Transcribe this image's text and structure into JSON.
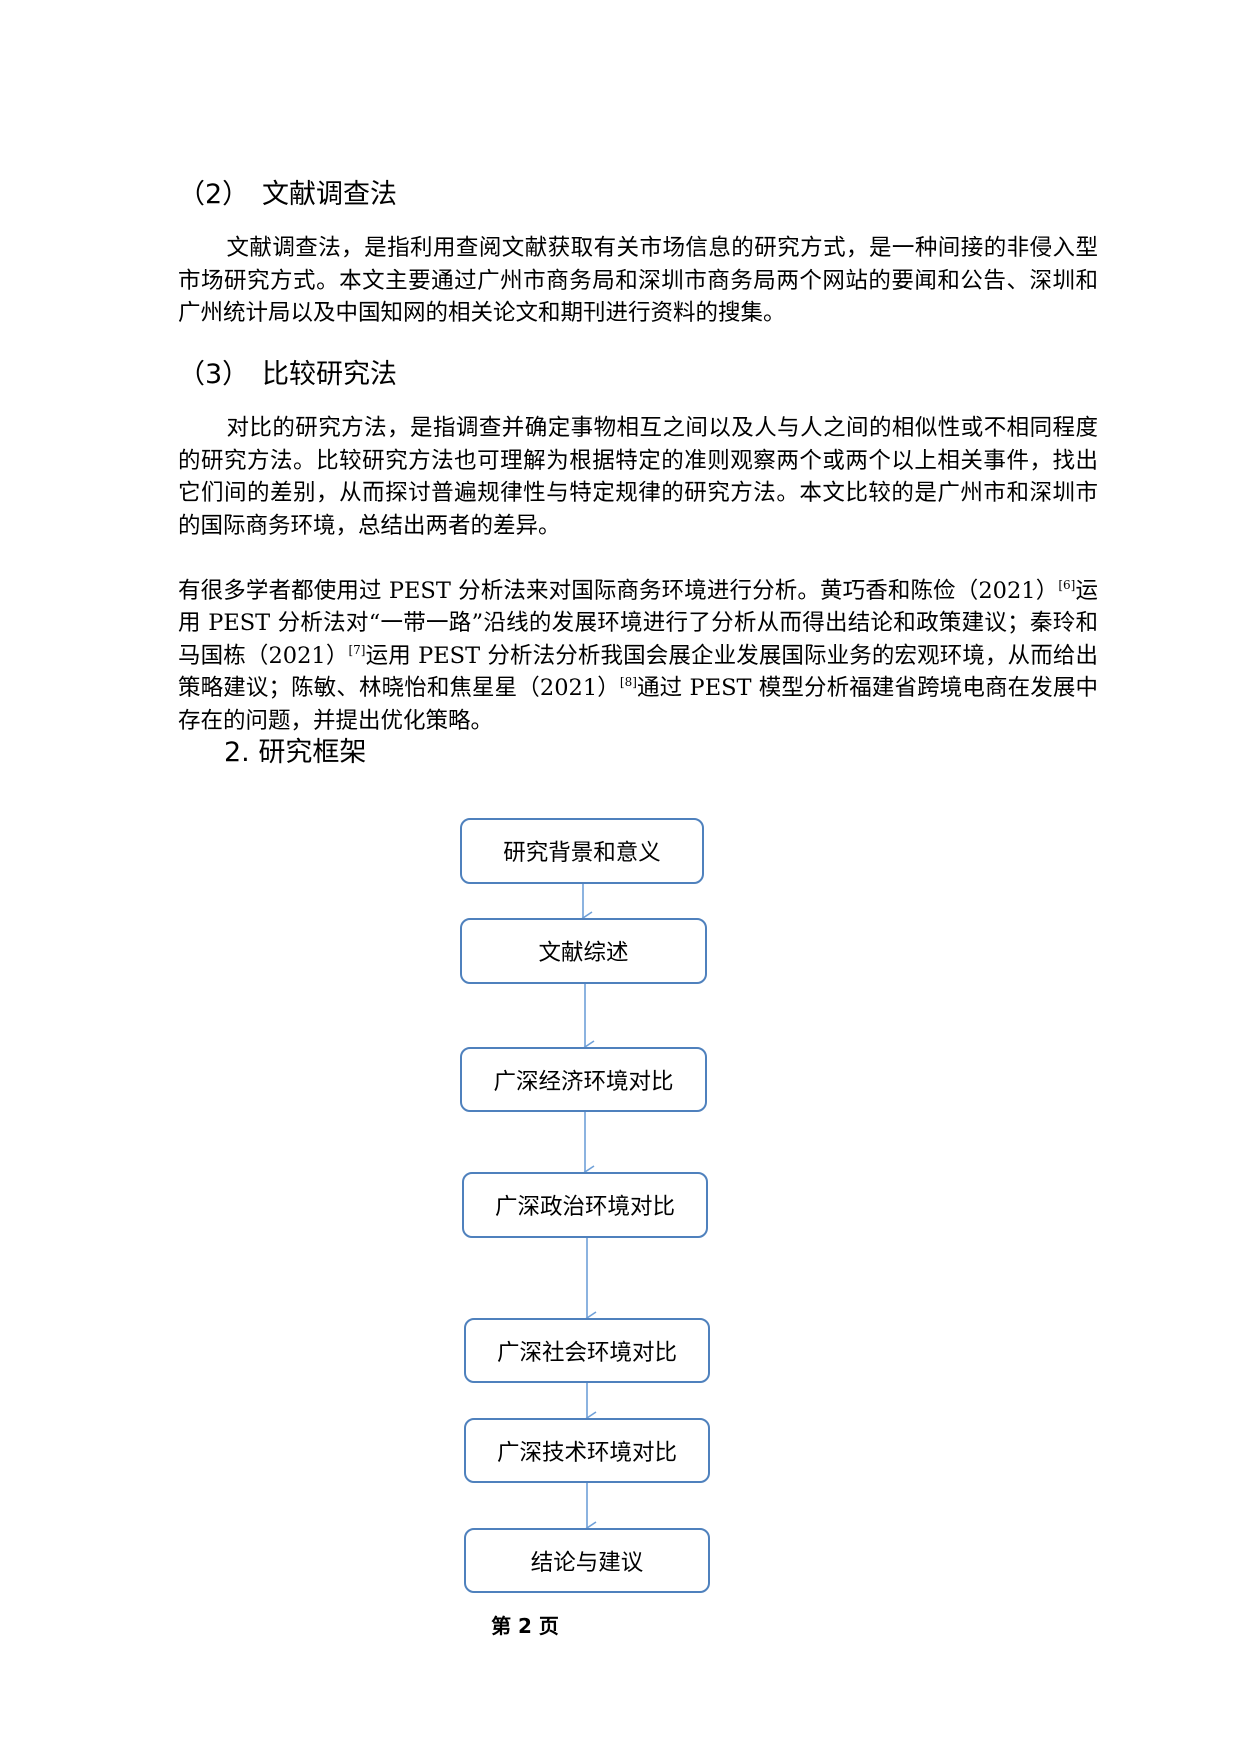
{
  "sections": {
    "s2": {
      "num": "（2）",
      "title": "文献调查法"
    },
    "s3": {
      "num": "（3）",
      "title": "比较研究法"
    }
  },
  "p1": "文献调查法，是指利用查阅文献获取有关市场信息的研究方式，是一种间接的非侵入型市场研究方式。本文主要通过广州市商务局和深圳市商务局两个网站的要闻和公告、深圳和广州统计局以及中国知网的相关论文和期刊进行资料的搜集。",
  "p2": "对比的研究方法，是指调查并确定事物相互之间以及人与人之间的相似性或不相同程度的研究方法。比较研究方法也可理解为根据特定的准则观察两个或两个以上相关事件，找出它们间的差别，从而探讨普遍规律性与特定规律的研究方法。本文比较的是广州市和深圳市的国际商务环境，总结出两者的差异。",
  "p3": {
    "a": "有很多学者都使用过 PEST 分析法来对国际商务环境进行分析。黄巧香和陈俭（2021）",
    "r1": "[6]",
    "b": "运用 PEST 分析法对“一带一路”沿线的发展环境进行了分析从而得出结论和政策建议；秦玲和马国栋（2021）",
    "r2": "[7]",
    "c": "运用 PEST 分析法分析我国会展企业发展国际业务的宏观环境，从而给出策略建议；陈敏、林晓怡和焦星星（2021）",
    "r3": "[8]",
    "d": "通过 PEST 模型分析福建省跨境电商在发展中存在的问题，并提出优化策略。"
  },
  "heading2": "2. 研究框架",
  "flowchart": {
    "steps": [
      "研究背景和意义",
      "文献综述",
      "广深经济环境对比",
      "广深政治环境对比",
      "广深社会环境对比",
      "广深技术环境对比",
      "结论与建议"
    ]
  },
  "colors": {
    "box_border": "#4f81bd",
    "arrow": "#6fa0d8"
  },
  "footer": "第 2 页"
}
